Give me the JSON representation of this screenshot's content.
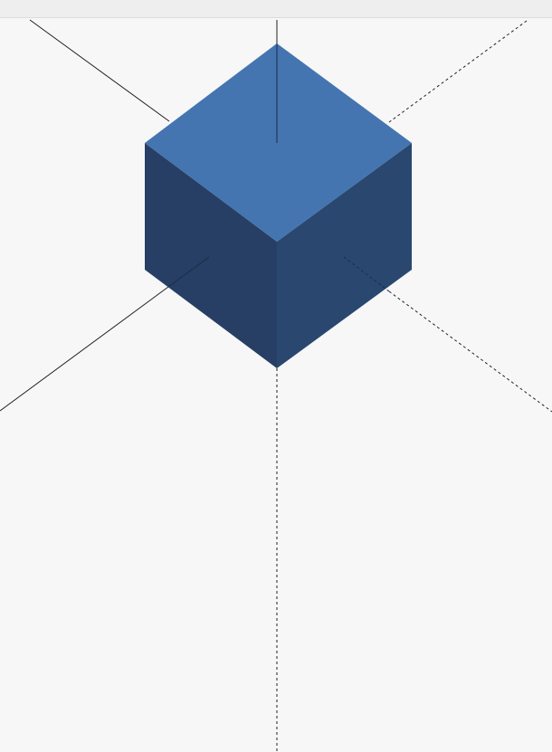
{
  "scene": {
    "description_kind": "isometric-3d-viewport",
    "background_color": "#f7f7f7",
    "toolbar_color": "#eeeeee",
    "cube": {
      "top_face_color": "#4475b0",
      "left_face_color": "#273f64",
      "right_face_color": "#2a4770"
    },
    "axes": [
      {
        "name": "x-axis",
        "visible_style": "solid",
        "hidden_style": "dashed"
      },
      {
        "name": "y-axis",
        "visible_style": "solid",
        "hidden_style": "dashed"
      },
      {
        "name": "z-axis",
        "visible_style": "solid",
        "hidden_style": "dashed"
      }
    ],
    "axis_line_color": "#222222"
  }
}
